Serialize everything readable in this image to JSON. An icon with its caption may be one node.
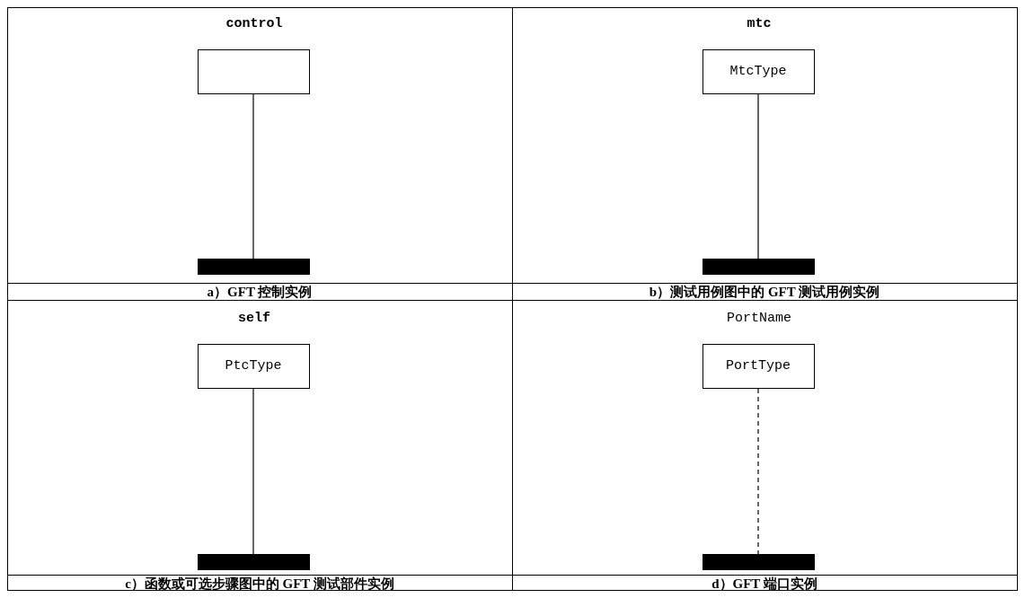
{
  "diagram": {
    "nodes": [
      {
        "text": [
          "**control**"
        ]
      },
      {
        "text": [],
        "shape": "bar"
      },
      {
        "text": [
          "**mtc**",
          "MtcType"
        ]
      },
      {
        "text": [],
        "shape": "bar"
      },
      {
        "text": [
          "**self**",
          "PtcType"
        ]
      },
      {
        "text": [],
        "shape": "bar"
      },
      {
        "text": [
          "PortName",
          "PortType"
        ]
      },
      {
        "text": [],
        "shape": "bar"
      }
    ],
    "edges": [
      {
        "from": 0,
        "to": 1,
        "arrow": "none"
      },
      {
        "from": 2,
        "to": 3,
        "arrow": "none"
      },
      {
        "from": 4,
        "to": 5,
        "arrow": "none"
      },
      {
        "from": 6,
        "to": 7,
        "arrow": "none",
        "style": "dashed"
      }
    ],
    "labels": [
      "a）GFT 控制实例",
      "b）测试用例图中的 GFT 测试用例实例",
      "c）函数或可选步骤图中的 GFT 测试部件实例",
      "d）GFT 端口实例"
    ]
  }
}
